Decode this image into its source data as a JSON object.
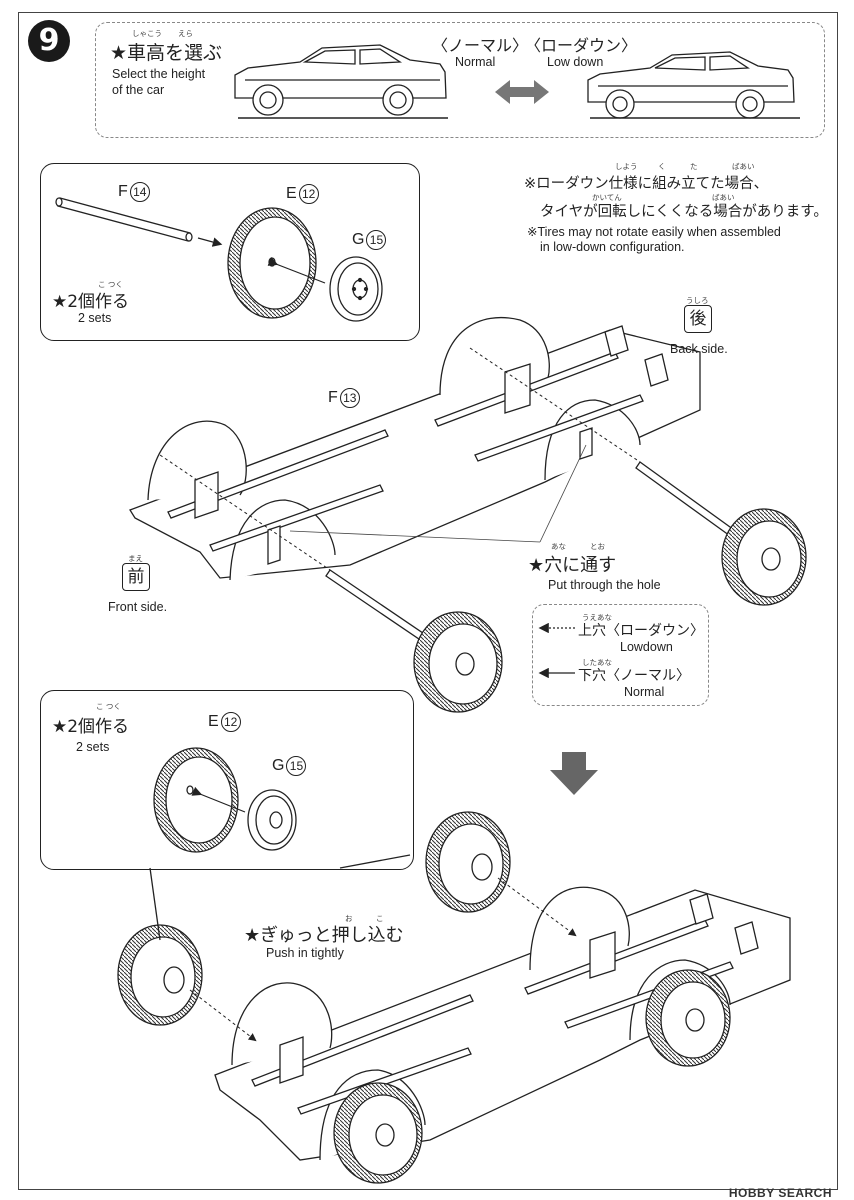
{
  "step": {
    "number": "9"
  },
  "height_box": {
    "title_jp": "★車高を選ぶ",
    "title_ruby_1": "しゃこう",
    "title_ruby_2": "えら",
    "title_en_1": "Select the height",
    "title_en_2": "of the car",
    "normal_jp": "〈ノーマル〉",
    "normal_en": "Normal",
    "lowdown_jp": "〈ローダウン〉",
    "lowdown_en": "Low down"
  },
  "note": {
    "line1_jp": "※ローダウン仕様に組み立てた場合、",
    "line2_jp": "タイヤが回転しにくくなる場合があります。",
    "ruby_1": "しよう",
    "ruby_2": "く",
    "ruby_3": "た",
    "ruby_4": "ばあい",
    "ruby_5": "かいてん",
    "ruby_6": "ばあい",
    "line1_en": "※Tires may not rotate easily when assembled",
    "line2_en": "in low-down configuration."
  },
  "box1": {
    "part_f": "F",
    "part_f_num": "14",
    "part_e": "E",
    "part_e_num": "12",
    "part_g": "G",
    "part_g_num": "15",
    "make_jp": "★2個作る",
    "make_ruby": "こ つく",
    "make_en": "2 sets"
  },
  "chassis": {
    "part_f": "F",
    "part_f_num": "13",
    "back_kanji": "後",
    "back_ruby": "うしろ",
    "back_en": "Back side.",
    "front_kanji": "前",
    "front_ruby": "まえ",
    "front_en": "Front side.",
    "hole_jp": "★穴に通す",
    "hole_ruby_1": "あな",
    "hole_ruby_2": "とお",
    "hole_en": "Put through the hole"
  },
  "legend": {
    "upper_jp": "上穴〈ローダウン〉",
    "upper_ruby": "うえあな",
    "upper_en": "Lowdown",
    "lower_jp": "下穴〈ノーマル〉",
    "lower_ruby": "したあな",
    "lower_en": "Normal"
  },
  "box2": {
    "make_jp": "★2個作る",
    "make_ruby": "こ つく",
    "make_en": "2 sets",
    "part_e": "E",
    "part_e_num": "12",
    "part_g": "G",
    "part_g_num": "15"
  },
  "push": {
    "jp": "★ぎゅっと押し込む",
    "ruby_1": "お",
    "ruby_2": "こ",
    "en": "Push in tightly"
  },
  "footer": {
    "logo": "HOBBY SEARCH"
  }
}
